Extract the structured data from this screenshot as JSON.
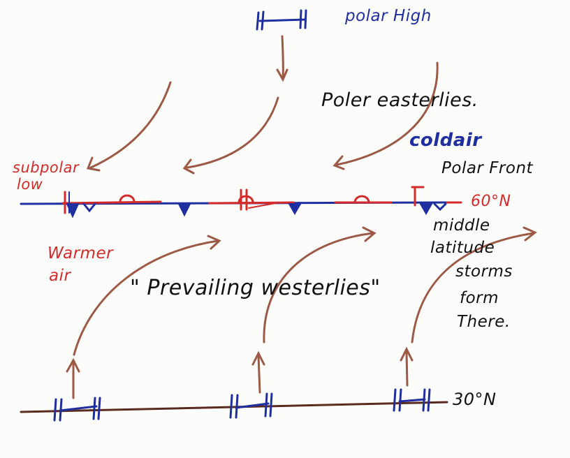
{
  "labels": {
    "polar_high": "polar High",
    "polar_easterlies": "Poler easterlies.",
    "cold_air": "coldair",
    "polar_front": "Polar Front",
    "subpolar": "subpolar",
    "low": "low",
    "lat_60": "60°N",
    "middle": "middle",
    "latitude": "latitude",
    "storms": "storms",
    "form": "form",
    "there": "There.",
    "warmer": "Warmer",
    "air": "air",
    "prevailing_westerlies": "\" Prevailing westerlies\"",
    "lat_30": "30°N"
  },
  "colors": {
    "blue_ink": "#1f2fa0",
    "red_ink": "#d42a2a",
    "brown_ink": "#9c5a46",
    "black_ink": "#111111",
    "dark_brown_line": "#5a2a1e"
  }
}
